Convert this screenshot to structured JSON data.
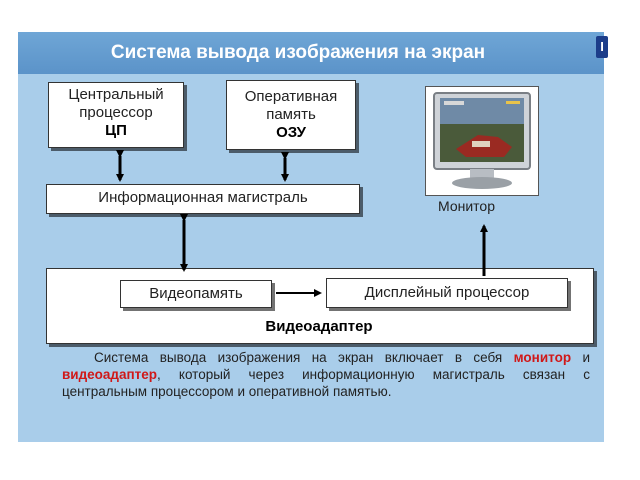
{
  "title": "Система вывода изображения на экран",
  "corner_badge": "I",
  "nodes": {
    "cpu": {
      "line1": "Центральный",
      "line2": "процессор",
      "line3": "ЦП"
    },
    "ram": {
      "line1": "Оперативная",
      "line2": "память",
      "line3": "ОЗУ"
    },
    "bus": "Информационная магистраль",
    "video_memory": "Видеопамять",
    "display_processor": "Дисплейный процессор",
    "video_adapter": "Видеоадаптер",
    "monitor": "Монитор"
  },
  "edges": [
    {
      "from": "cpu",
      "to": "bus",
      "direction": "both"
    },
    {
      "from": "ram",
      "to": "bus",
      "direction": "both"
    },
    {
      "from": "bus",
      "to": "video_adapter",
      "direction": "both"
    },
    {
      "from": "video_memory",
      "to": "display_processor",
      "direction": "forward"
    },
    {
      "from": "video_adapter",
      "to": "monitor",
      "direction": "forward"
    }
  ],
  "caption": {
    "part1": "Система вывода изображения на экран включает в себя ",
    "hl1": "монитор",
    "part2": " и ",
    "hl2": "видеоадаптер",
    "part3": ", который через информационную магистраль связан с центральным процессором и оперативной памятью."
  },
  "colors": {
    "slide_bg": "#a9cdea",
    "title_bar": "#5b93c9",
    "highlight": "#d01818",
    "arrow": "#000000"
  }
}
